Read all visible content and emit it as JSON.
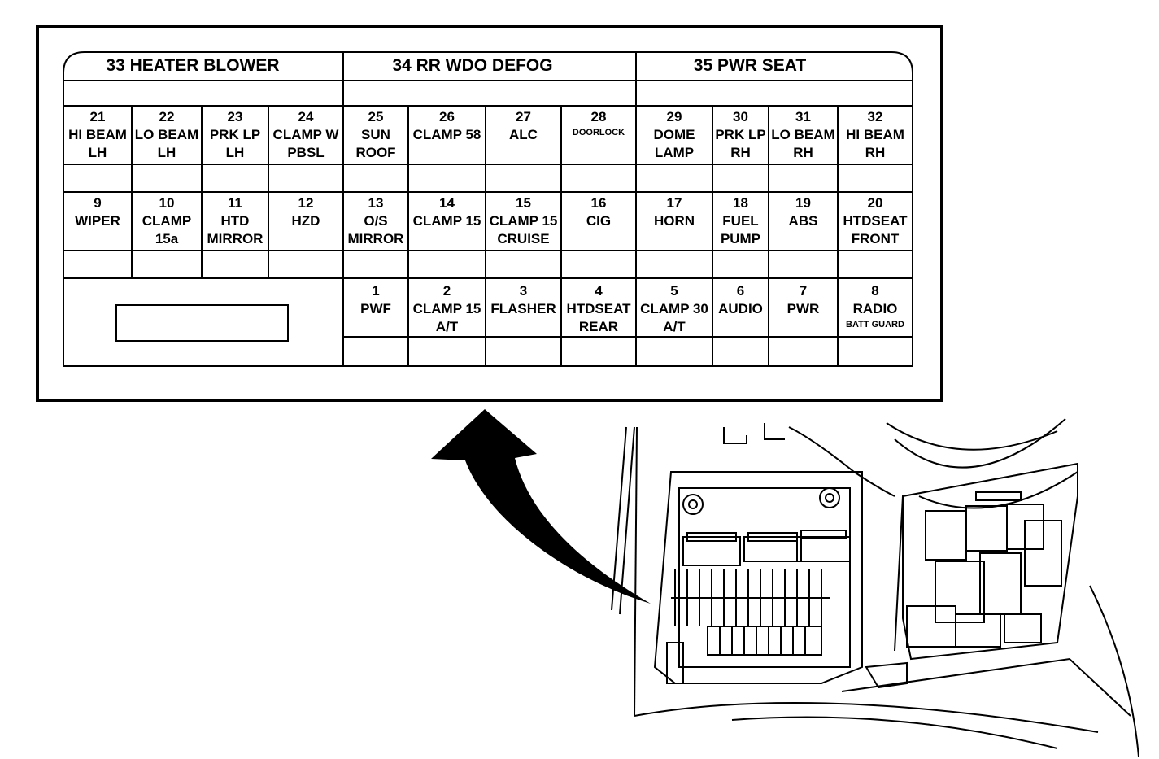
{
  "header": {
    "h33": "33 HEATER BLOWER",
    "h34": "34 RR WDO DEFOG",
    "h35": "35 PWR SEAT"
  },
  "fuses": {
    "f21": {
      "num": "21",
      "l1": "HI BEAM",
      "l2": "LH"
    },
    "f22": {
      "num": "22",
      "l1": "LO BEAM",
      "l2": "LH"
    },
    "f23": {
      "num": "23",
      "l1": "PRK LP",
      "l2": "LH"
    },
    "f24": {
      "num": "24",
      "l1": "CLAMP W",
      "l2": "PBSL"
    },
    "f25": {
      "num": "25",
      "l1": "SUN",
      "l2": "ROOF"
    },
    "f26": {
      "num": "26",
      "l1": "CLAMP 58"
    },
    "f27": {
      "num": "27",
      "l1": "ALC"
    },
    "f28": {
      "num": "28",
      "l1": "DOORLOCK"
    },
    "f29": {
      "num": "29",
      "l1": "DOME",
      "l2": "LAMP"
    },
    "f30": {
      "num": "30",
      "l1": "PRK LP",
      "l2": "RH"
    },
    "f31": {
      "num": "31",
      "l1": "LO BEAM",
      "l2": "RH"
    },
    "f32": {
      "num": "32",
      "l1": "HI BEAM",
      "l2": "RH"
    },
    "f9": {
      "num": "9",
      "l1": "WIPER"
    },
    "f10": {
      "num": "10",
      "l1": "CLAMP",
      "l2": "15a"
    },
    "f11": {
      "num": "11",
      "l1": "HTD",
      "l2": "MIRROR"
    },
    "f12": {
      "num": "12",
      "l1": "HZD"
    },
    "f13": {
      "num": "13",
      "l1": "O/S",
      "l2": "MIRROR"
    },
    "f14": {
      "num": "14",
      "l1": "CLAMP 15"
    },
    "f15": {
      "num": "15",
      "l1": "CLAMP 15",
      "l2": "CRUISE"
    },
    "f16": {
      "num": "16",
      "l1": "CIG"
    },
    "f17": {
      "num": "17",
      "l1": "HORN"
    },
    "f18": {
      "num": "18",
      "l1": "FUEL",
      "l2": "PUMP"
    },
    "f19": {
      "num": "19",
      "l1": "ABS"
    },
    "f20": {
      "num": "20",
      "l1": "HTDSEAT",
      "l2": "FRONT"
    },
    "f1": {
      "num": "1",
      "l1": "PWF"
    },
    "f2": {
      "num": "2",
      "l1": "CLAMP 15",
      "l2": "A/T"
    },
    "f3": {
      "num": "3",
      "l1": "FLASHER"
    },
    "f4": {
      "num": "4",
      "l1": "HTDSEAT",
      "l2": "REAR"
    },
    "f5": {
      "num": "5",
      "l1": "CLAMP 30",
      "l2": "A/T"
    },
    "f6": {
      "num": "6",
      "l1": "AUDIO"
    },
    "f7": {
      "num": "7",
      "l1": "PWR"
    },
    "f8": {
      "num": "8",
      "l1": "RADIO",
      "l2": "BATT GUARD"
    }
  },
  "colors": {
    "ink": "#000000",
    "paper": "#ffffff"
  },
  "icons": {
    "arrow": "curved-arrow-icon"
  }
}
